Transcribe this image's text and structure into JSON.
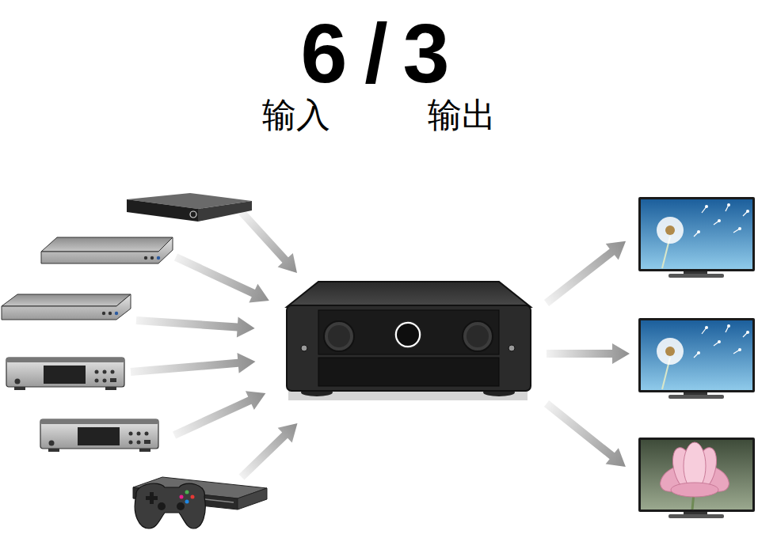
{
  "diagram": {
    "labels": [
      "6",
      "/",
      "3",
      "输入",
      "输出"
    ]
  }
}
